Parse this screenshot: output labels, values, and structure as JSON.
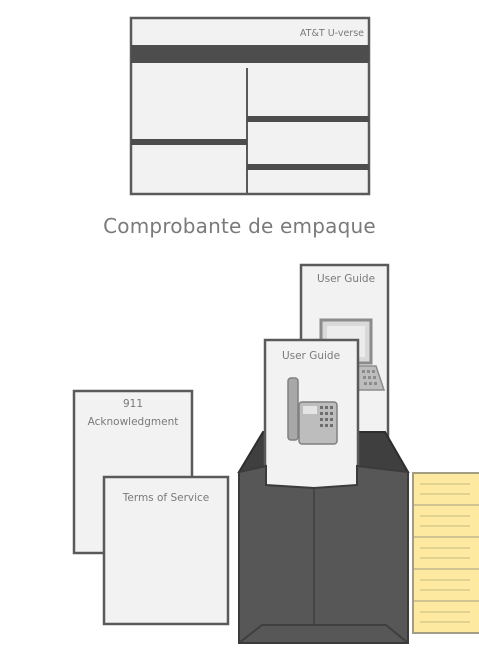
{
  "packing_slip": {
    "brand": "AT&T U-verse",
    "caption": "Comprobante de empaque"
  },
  "documents": {
    "internet_guide": {
      "label": "User Guide",
      "icon": "computer-icon"
    },
    "phone_guide": {
      "label": "User Guide",
      "icon": "telephone-icon"
    },
    "acknowledgment_line1": "911",
    "acknowledgment_line2": "Acknowledgment",
    "terms": "Terms of Service",
    "envelope_icon": "envelope-icon"
  },
  "colors": {
    "document_fill": "#f2f2f2",
    "document_border": "#5a5a5a",
    "envelope": "#575757",
    "envelope_dark": "#3f3f3f",
    "receipt": "#fde9a0",
    "receipt_border": "#a39e83",
    "text_gray": "#7a7a7a"
  }
}
